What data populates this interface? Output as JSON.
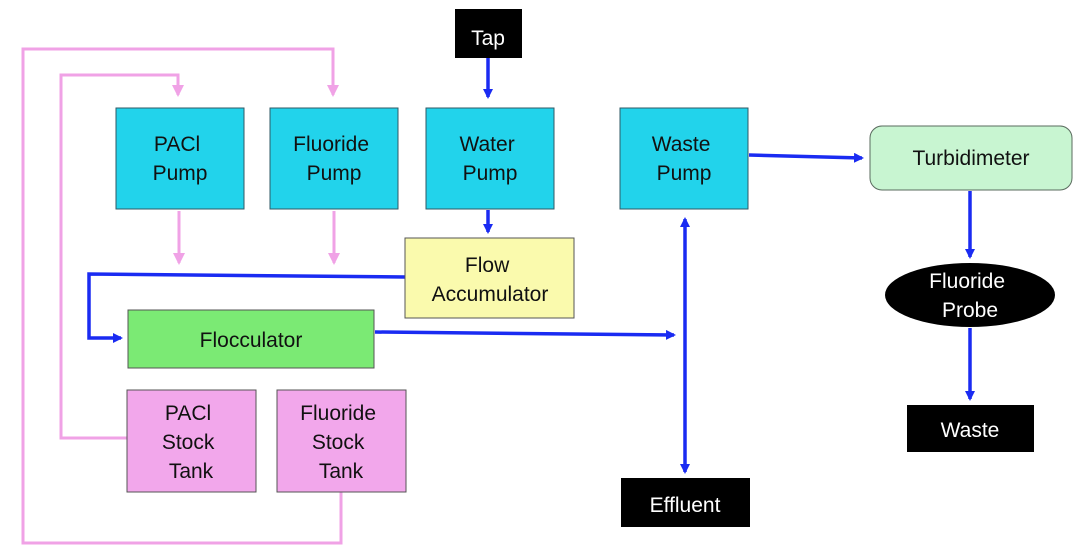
{
  "colors": {
    "pump": "#22d3eb",
    "accumulator": "#fafaad",
    "flocculator": "#7bea74",
    "stock_tank": "#f2a7eb",
    "turbidimeter": "#c8f5d1",
    "terminal": "#000000",
    "flow_line": "#1a2bf2",
    "chemical_line": "#f0a2e6"
  },
  "nodes": {
    "tap": [
      "Tap"
    ],
    "pacl_pump": [
      "PACl",
      "Pump"
    ],
    "fluoride_pump": [
      "Fluoride",
      "Pump"
    ],
    "water_pump": [
      "Water",
      "Pump"
    ],
    "waste_pump": [
      "Waste",
      "Pump"
    ],
    "turbidimeter": [
      "Turbidimeter"
    ],
    "flow_accumulator": [
      "Flow",
      "Accumulator"
    ],
    "flocculator": [
      "Flocculator"
    ],
    "fluoride_probe": [
      "Fluoride",
      "Probe"
    ],
    "pacl_stock_tank": [
      "PACl",
      "Stock",
      "Tank"
    ],
    "fluoride_stock_tank": [
      "Fluoride",
      "Stock",
      "Tank"
    ],
    "waste": [
      "Waste"
    ],
    "effluent": [
      "Effluent"
    ]
  }
}
